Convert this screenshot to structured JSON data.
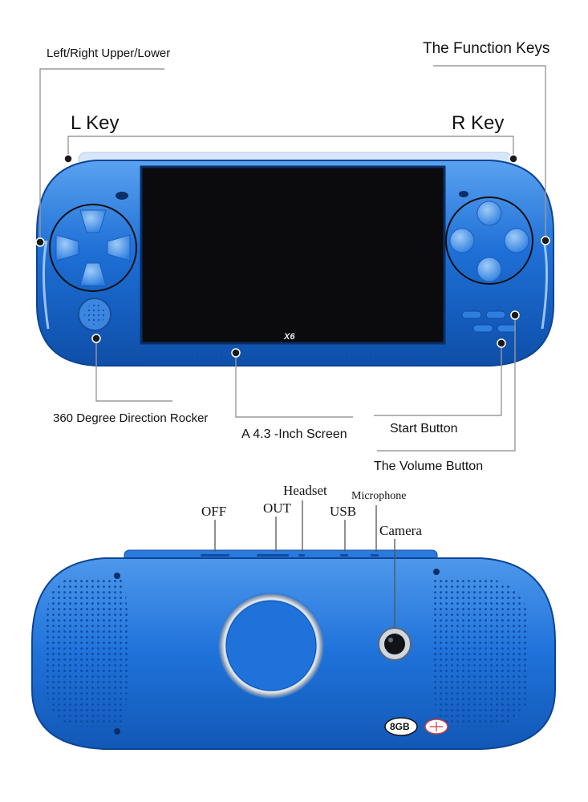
{
  "labels": {
    "left_right_upper_lower": "Left/Right Upper/Lower",
    "function_keys": "The Function Keys",
    "l_key": "L  Key",
    "r_key": "R  Key",
    "rocker": "360 Degree Direction Rocker",
    "screen": "A 4.3 -Inch Screen",
    "start_button": "Start Button",
    "volume_button": "The Volume Button",
    "off": "OFF",
    "out": "OUT",
    "headset": "Headset",
    "usb": "USB",
    "microphone": "Microphone",
    "camera": "Camera"
  },
  "device": {
    "model_mark": "X6",
    "storage_badge": "8GB"
  },
  "colors": {
    "body_blue": "#1e6fd6",
    "body_highlight": "#5aa2f0",
    "body_shadow": "#0e4ea8",
    "screen_black": "#0b0b0d",
    "pointer_dot": "#1a1a1a",
    "leader_line": "#9a9a9a"
  }
}
